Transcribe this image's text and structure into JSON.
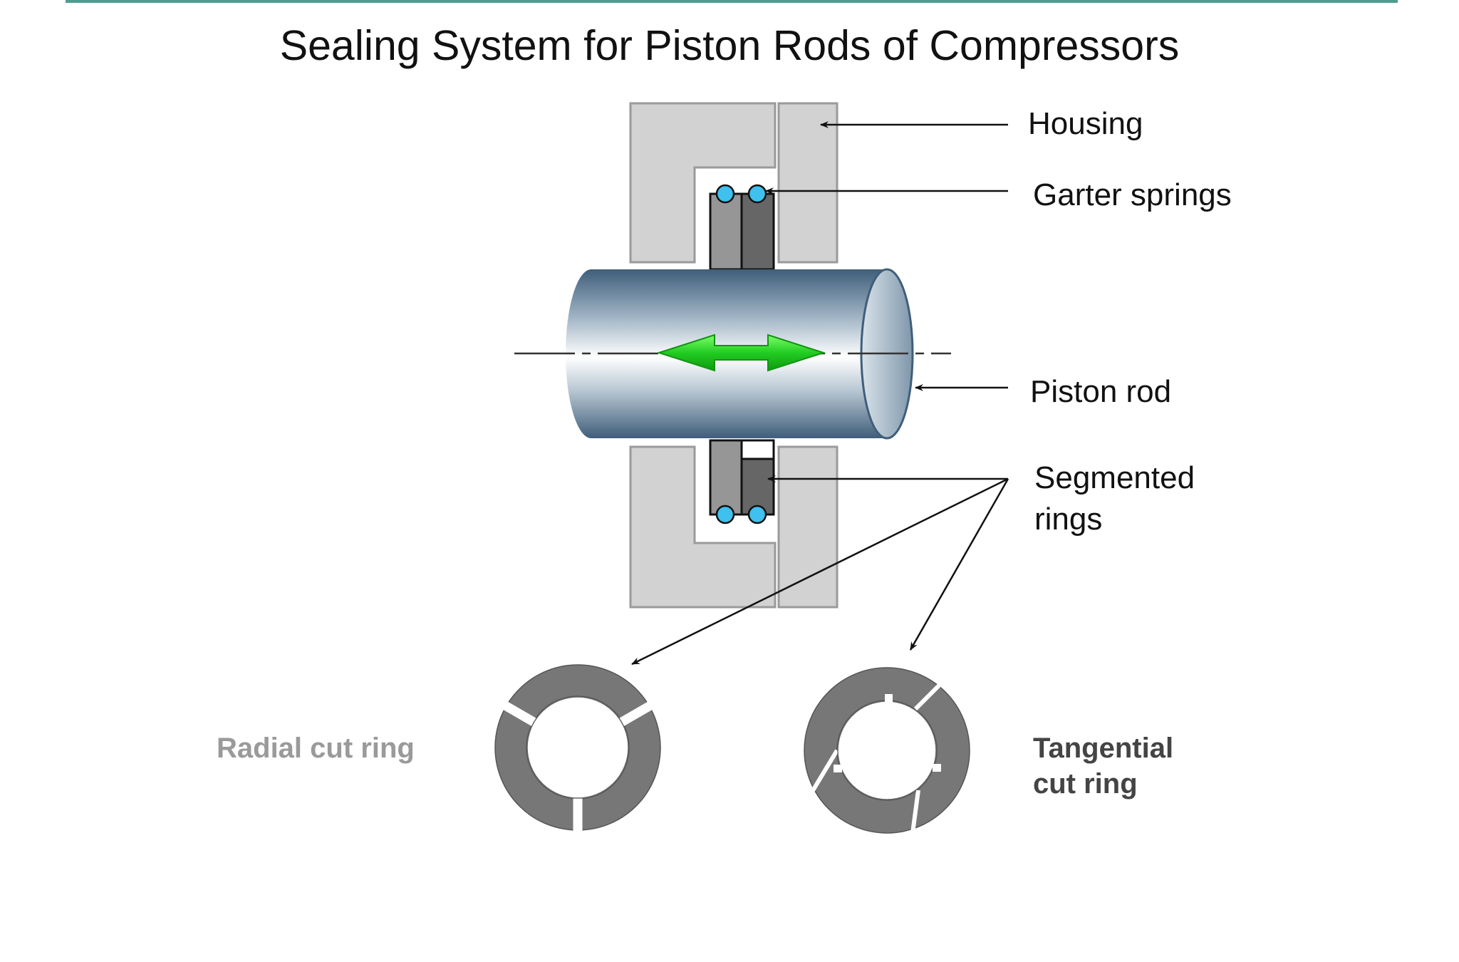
{
  "title": "Sealing System for Piston Rods of Compressors",
  "labels": {
    "housing": "Housing",
    "garter_springs": "Garter springs",
    "piston_rod": "Piston rod",
    "segmented_rings_line1": "Segmented",
    "segmented_rings_line2": "rings",
    "radial_cut_ring": "Radial cut ring",
    "tangential_line1": "Tangential",
    "tangential_line2": "cut ring"
  },
  "colors": {
    "rule": "#4f9c91",
    "housing_fill": "#d2d2d2",
    "housing_stroke": "#9a9a9a",
    "ring_left": "#969696",
    "ring_right": "#666666",
    "spring": "#3fc0ee",
    "rod_dark": "#3f5e7a",
    "rod_light": "#ffffff",
    "motion_arrow": "#2fd82f",
    "cut_ring": "#777777",
    "radial_label": "#9a9a9a",
    "tangential_label": "#444444"
  },
  "icons": {
    "motion": "double-arrow-icon"
  }
}
